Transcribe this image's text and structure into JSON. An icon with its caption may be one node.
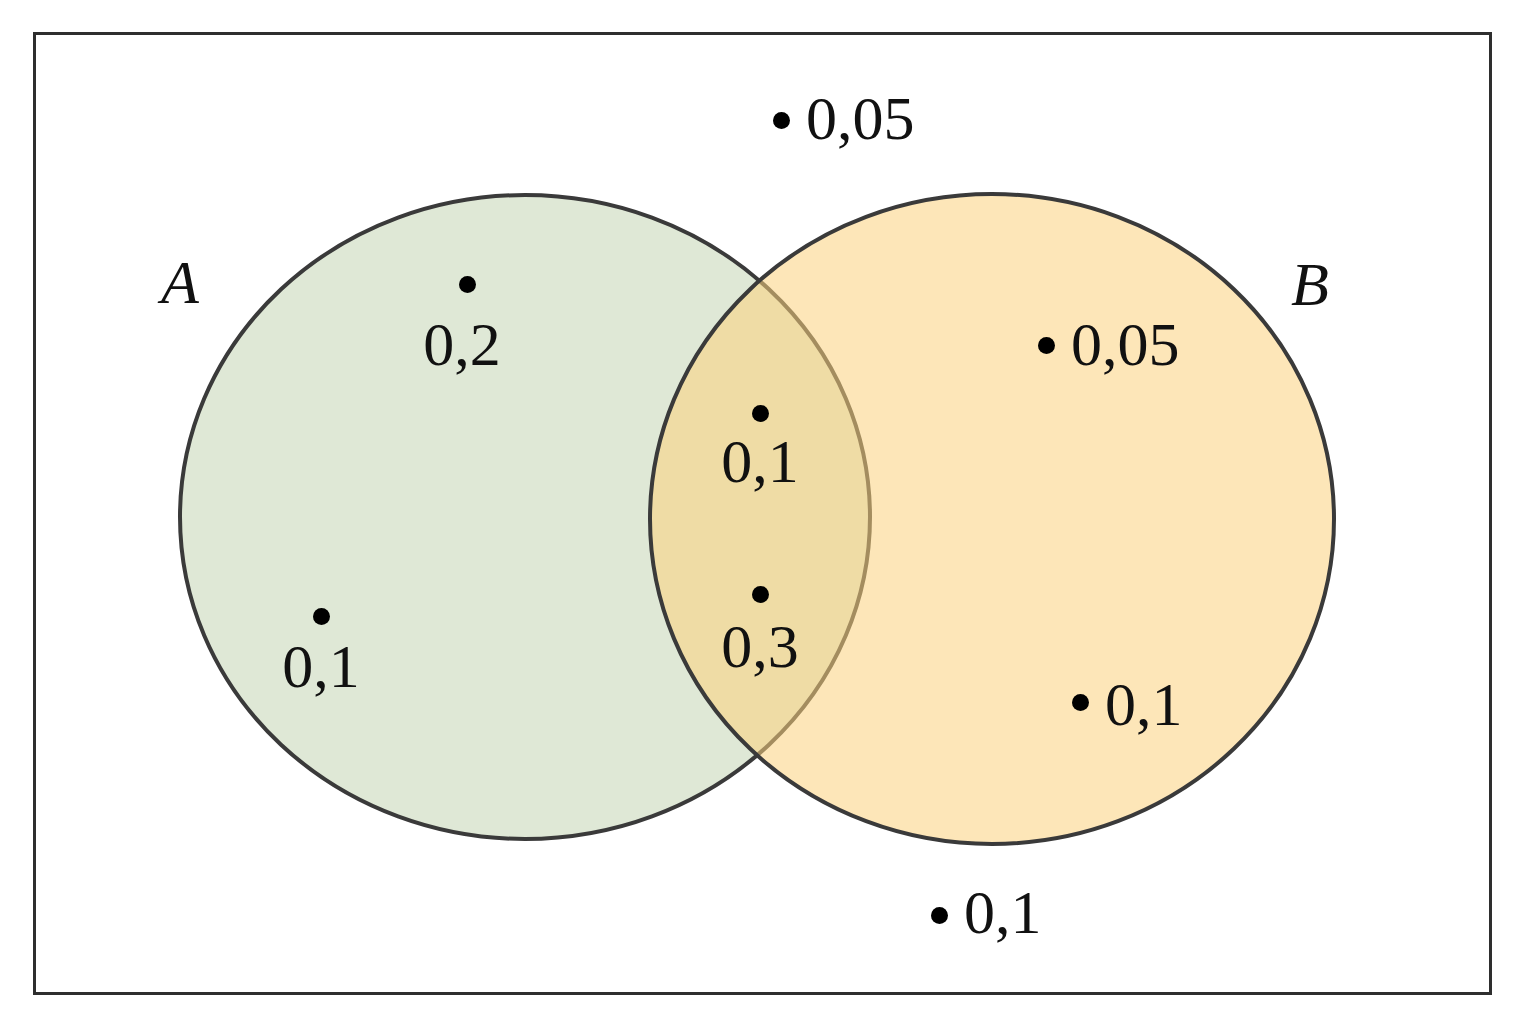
{
  "diagram": {
    "nodes": [
      {
        "text": [
          "A"
        ]
      },
      {
        "text": [
          "B"
        ]
      }
    ],
    "labels": [
      "0,05",
      "0,2",
      "0,05",
      "0,1",
      "0,3",
      "0,1",
      "0,1",
      "0,1"
    ]
  }
}
